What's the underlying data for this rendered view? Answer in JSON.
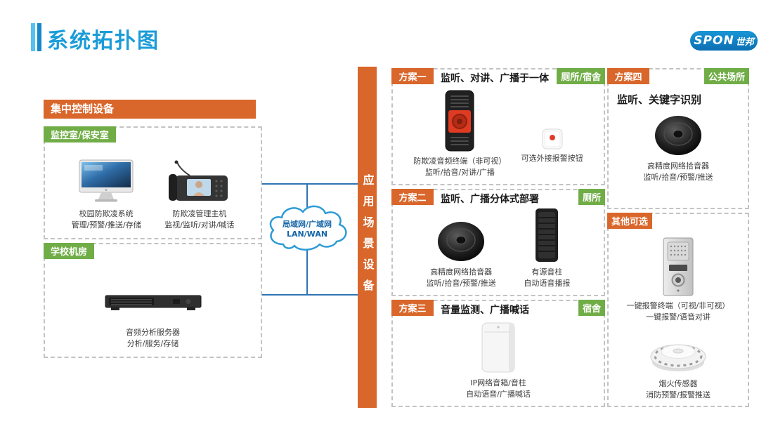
{
  "header": {
    "title": "系统拓扑图"
  },
  "logo": {
    "brand": "SPON",
    "suffix": "世邦"
  },
  "colors": {
    "accent_orange": "#D9662A",
    "accent_green": "#70AD47",
    "brand_blue": "#1B9CD8",
    "line_blue": "#2E74B5"
  },
  "control": {
    "header": "集中控制设备",
    "room1": {
      "label": "监控室/保安室",
      "device1": {
        "name": "校园防欺凌系统",
        "desc": "管理/预警/推送/存储"
      },
      "device2": {
        "name": "防欺凌管理主机",
        "desc": "监视/监听/对讲/喊话"
      }
    },
    "room2": {
      "label": "学校机房",
      "device1": {
        "name": "音频分析服务器",
        "desc": "分析/服务/存储"
      }
    }
  },
  "network": {
    "name": "局域网/广域网",
    "abbr": "LAN/WAN"
  },
  "bus": {
    "label": "应用场景设备"
  },
  "plans": {
    "plan1": {
      "tag": "方案一",
      "title": "监听、对讲、广播于一体",
      "location": "厕所/宿舍",
      "device1": {
        "name": "防欺凌音频终端（非可视）",
        "desc": "监听/拾音/对讲/广播"
      },
      "device2": {
        "name": "可选外接报警按钮"
      }
    },
    "plan2": {
      "tag": "方案二",
      "title": "监听、广播分体式部署",
      "location": "厕所",
      "device1": {
        "name": "高精度网络拾音器",
        "desc": "监听/拾音/预警/推送"
      },
      "device2": {
        "name": "有源音柱",
        "desc": "自动语音播报"
      }
    },
    "plan3": {
      "tag": "方案三",
      "title": "音量监测、广播喊话",
      "location": "宿舍",
      "device1": {
        "name": "IP网络音箱/音柱",
        "desc": "自动语音/广播喊话"
      }
    },
    "plan4": {
      "tag": "方案四",
      "title": "监听、关键字识别",
      "location": "公共场所",
      "device1": {
        "name": "高精度网络拾音器",
        "desc": "监听/拾音/预警/推送"
      }
    },
    "optional": {
      "tag": "其他可选",
      "device1": {
        "name": "一键报警终端（可视/非可视）",
        "desc": "一键报警/语音对讲"
      },
      "device2": {
        "name": "烟火传感器",
        "desc": "消防预警/报警推送"
      }
    }
  }
}
